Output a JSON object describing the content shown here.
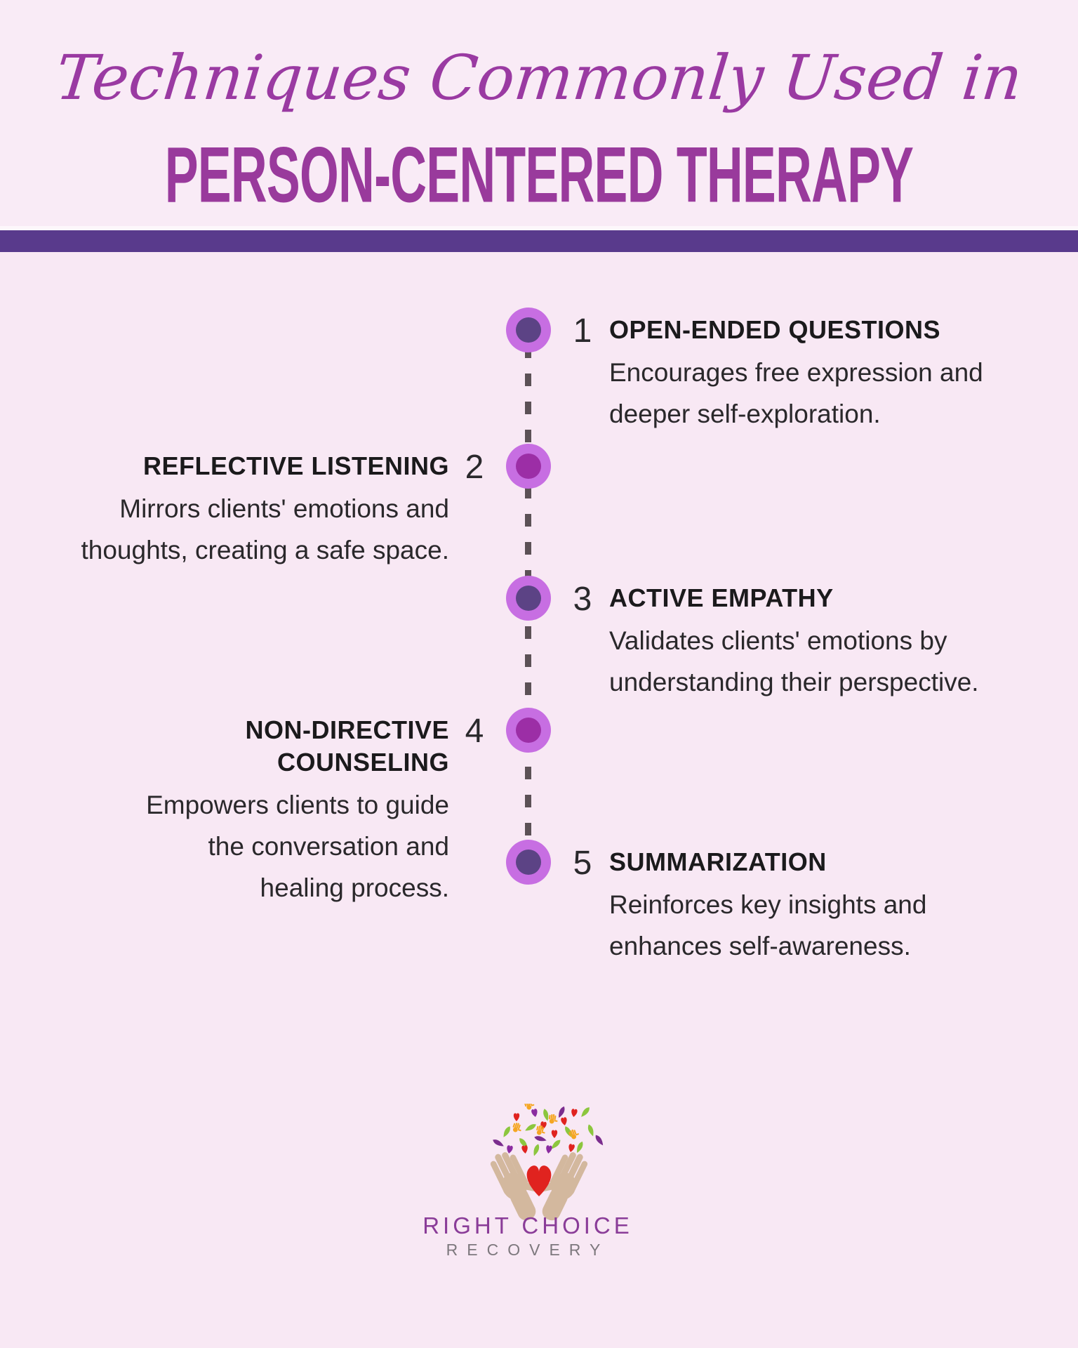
{
  "header": {
    "script_title": "Techniques Commonly Used in",
    "main_title": "PERSON-CENTERED THERAPY"
  },
  "timeline": {
    "items": [
      {
        "number": "1",
        "side": "right",
        "title": "OPEN-ENDED QUESTIONS",
        "description": "Encourages free expression and deeper self-exploration."
      },
      {
        "number": "2",
        "side": "left",
        "title": "REFLECTIVE LISTENING",
        "description": "Mirrors clients' emotions and thoughts, creating a safe space."
      },
      {
        "number": "3",
        "side": "right",
        "title": "ACTIVE EMPATHY",
        "description": "Validates clients' emotions by understanding their perspective."
      },
      {
        "number": "4",
        "side": "left",
        "title": "NON-DIRECTIVE COUNSELING",
        "description": "Empowers clients to guide the conversation and healing process."
      },
      {
        "number": "5",
        "side": "right",
        "title": "SUMMARIZATION",
        "description": "Reinforces key insights and enhances self-awareness."
      }
    ]
  },
  "footer": {
    "brand_name": "RIGHT CHOICE",
    "brand_subtitle": "RECOVERY"
  },
  "colors": {
    "background": "#f8e8f4",
    "title_purple": "#993a9c",
    "script_purple": "#9a3aa2",
    "divider_bar": "#593a8c",
    "node_outer": "#c76ee2",
    "node_inner_dark": "#5c4385",
    "node_inner_magenta": "#9c2ea6",
    "dash": "#5c5156",
    "body_text": "#2a282b",
    "brand_purple": "#8a3c98",
    "brand_gray": "#7d787d",
    "hand_tan": "#d3b89e",
    "leaf_green": "#8cc63e",
    "accent_orange": "#f5a623",
    "accent_red": "#e0231f",
    "accent_violet": "#7b2d8e"
  }
}
